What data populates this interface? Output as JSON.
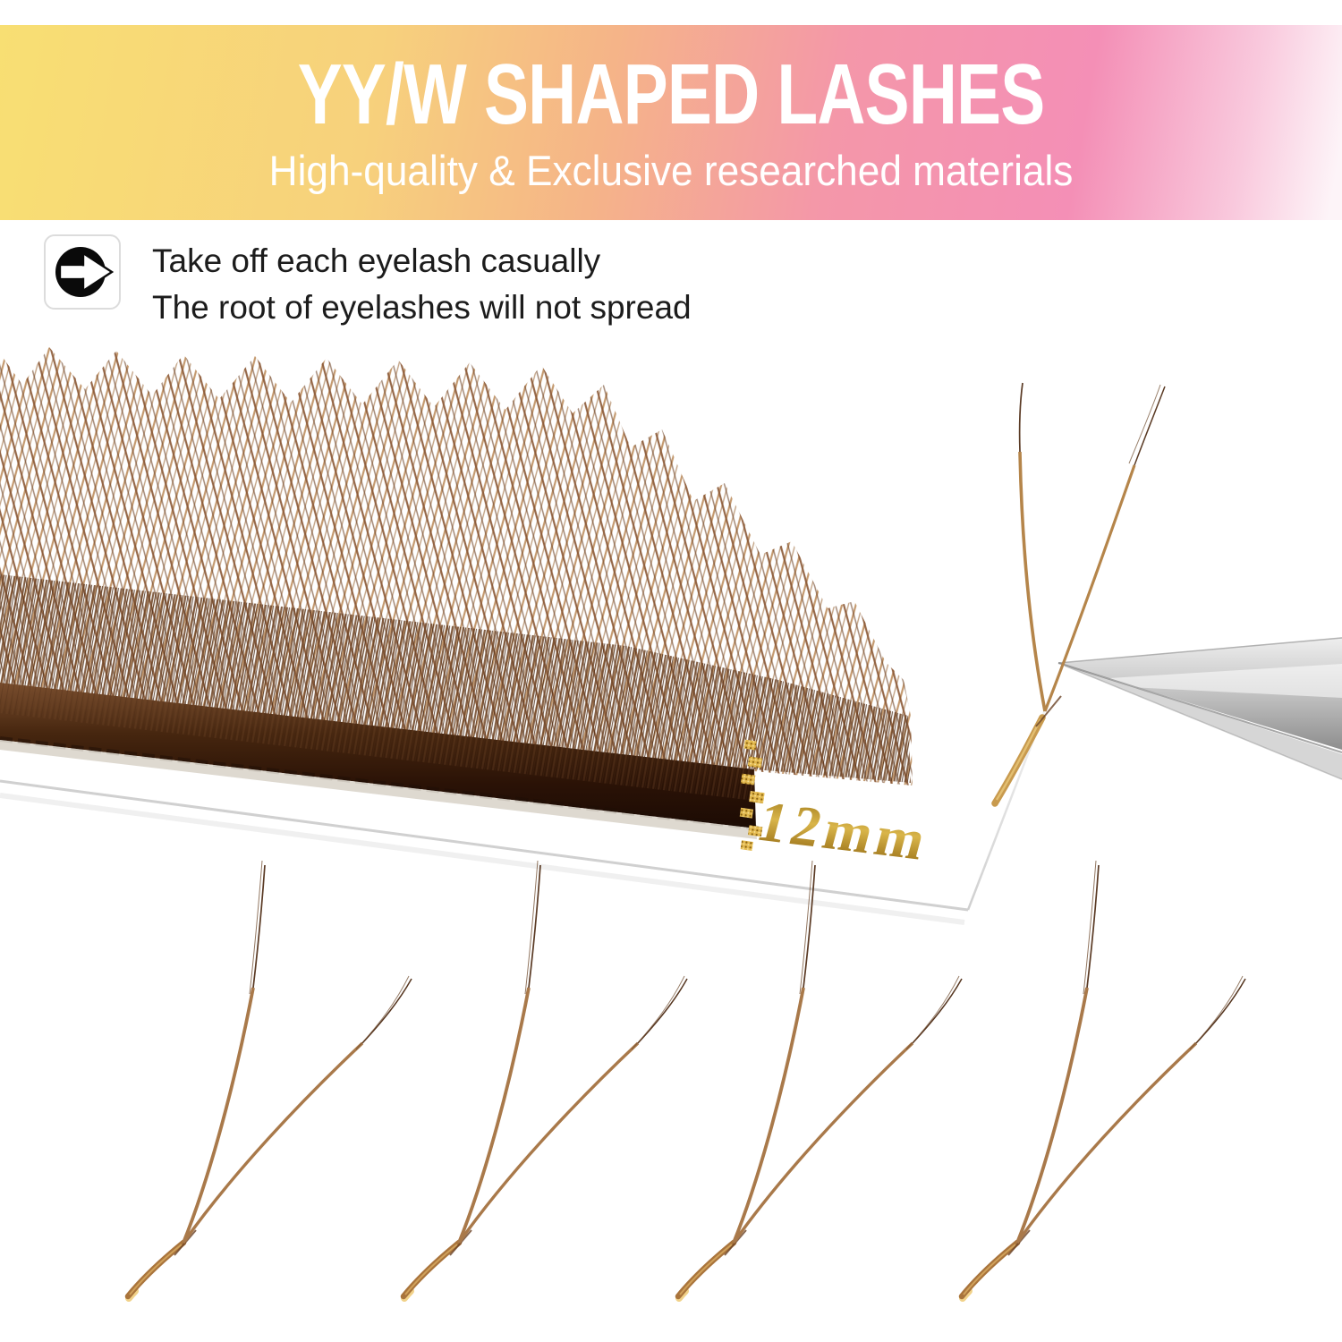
{
  "banner": {
    "title": "YY/W SHAPED LASHES",
    "subtitle": "High-quality & Exclusive researched materials",
    "gradient_left": "#F8DF73",
    "gradient_mid": "#F5B488",
    "gradient_right": "#F48FB6",
    "text_color": "#FFFFFF"
  },
  "feature": {
    "icon": "arrow-right-circle-icon",
    "line1": "Take off each eyelash casually",
    "line2": "The root of eyelashes will not spread"
  },
  "photo": {
    "tray_label": "12mm",
    "lash_row_count": 4,
    "colors": {
      "lash_light_brown": "#BD8F66",
      "lash_dark_brown": "#8A5836",
      "root_band": "#2A1206",
      "gold_label": "#B5861E",
      "gold_lash_base": "#C89A4E",
      "tweezer_gray": "#C9C9C9",
      "tray_edge": "#D0D0D0"
    }
  }
}
